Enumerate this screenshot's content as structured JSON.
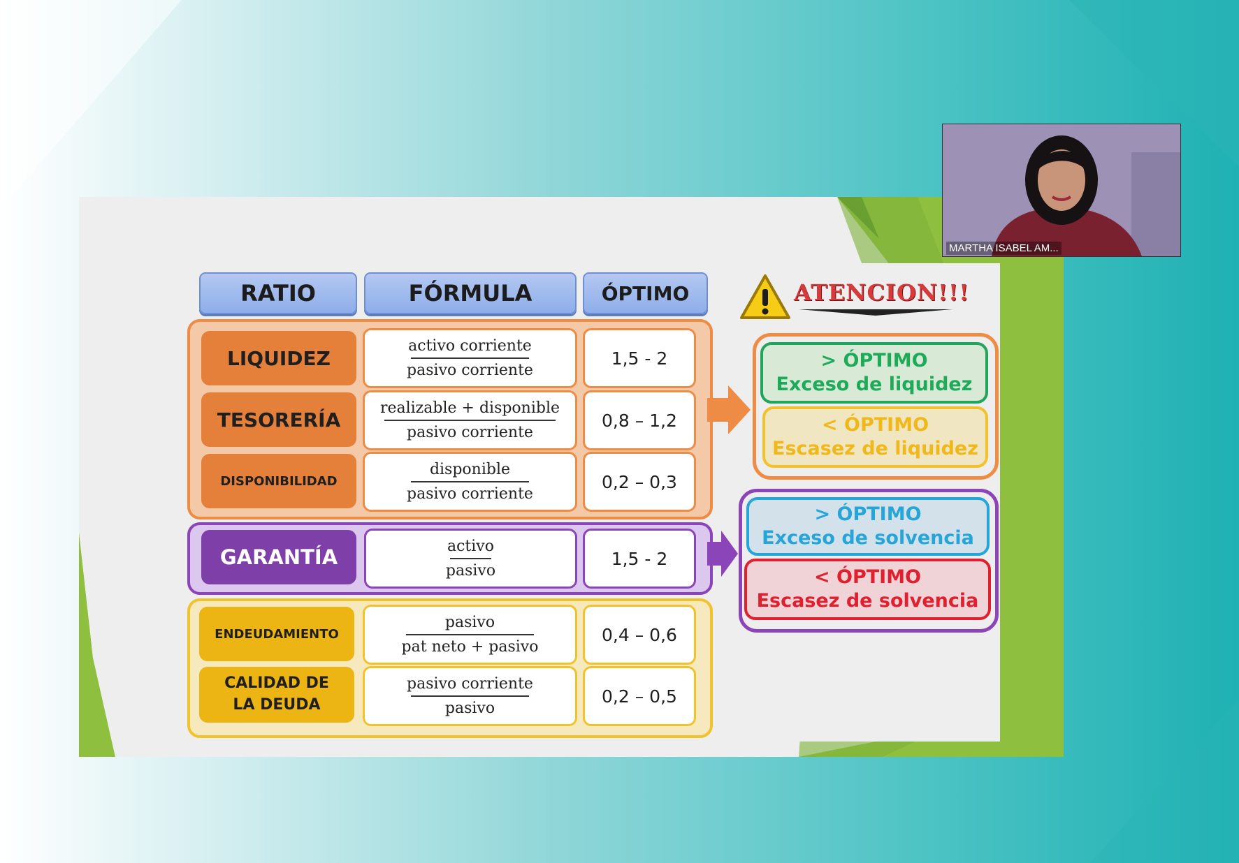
{
  "slide": {
    "headers": {
      "ratio": "RATIO",
      "formula": "FÓRMULA",
      "optimo": "ÓPTIMO"
    },
    "rows": [
      {
        "name": "LIQUIDEZ",
        "numerator": "activo corriente",
        "denominator": "pasivo corriente",
        "optimo": "1,5 - 2",
        "group": "orange"
      },
      {
        "name": "TESORERÍA",
        "numerator": "realizable + disponible",
        "denominator": "pasivo corriente",
        "optimo": "0,8 – 1,2",
        "group": "orange"
      },
      {
        "name": "DISPONIBILIDAD",
        "numerator": "disponible",
        "denominator": "pasivo corriente",
        "optimo": "0,2 – 0,3",
        "group": "orange"
      },
      {
        "name": "GARANTÍA",
        "numerator": "activo",
        "denominator": "pasivo",
        "optimo": "1,5 - 2",
        "group": "purple"
      },
      {
        "name": "ENDEUDAMIENTO",
        "numerator": "pasivo",
        "denominator": "pat neto + pasivo",
        "optimo": "0,4 – 0,6",
        "group": "yellow"
      },
      {
        "name": "CALIDAD DE LA DEUDA",
        "name_line1": "CALIDAD DE",
        "name_line2": "LA DEUDA",
        "numerator": "pasivo corriente",
        "denominator": "pasivo",
        "optimo": "0,2 – 0,5",
        "group": "yellow"
      }
    ],
    "attention": {
      "title": "ATENCION!!!",
      "warning_icon": "warning-icon"
    },
    "liquidity_notes": {
      "above": {
        "line1": "> ÓPTIMO",
        "line2": "Exceso de liquidez"
      },
      "below": {
        "line1": "< ÓPTIMO",
        "line2": "Escasez de liquidez"
      }
    },
    "solvency_notes": {
      "above": {
        "line1": "> ÓPTIMO",
        "line2": "Exceso de solvencia"
      },
      "below": {
        "line1": "< ÓPTIMO",
        "line2": "Escasez de solvencia"
      }
    }
  },
  "webcam": {
    "participant_name": "MARTHA ISABEL AM..."
  },
  "colors": {
    "orange": "#ee8b44",
    "purple": "#8b45b8",
    "yellow": "#f2c22d",
    "header_blue": "#9db7ee",
    "green_text": "#1faa5a",
    "yellow_text": "#f0b818",
    "blue_text": "#26a6d8",
    "red_text": "#e0202e"
  }
}
